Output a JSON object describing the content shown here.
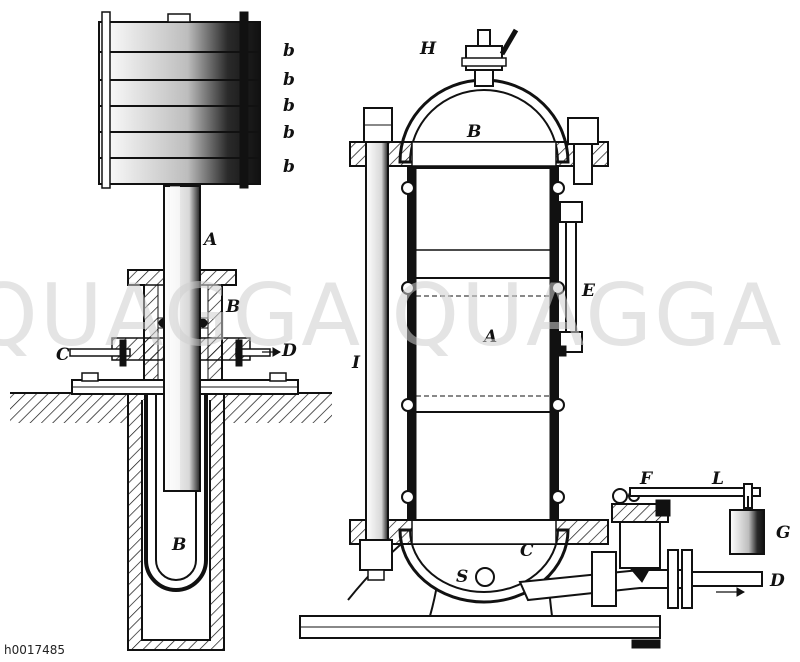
{
  "figure": {
    "code": "h0017485",
    "watermark": "QUAGGA QUAGGA QUA",
    "left_labels": {
      "b1": "b",
      "b2": "b",
      "b3": "b",
      "b4": "b",
      "b5": "b",
      "A": "A",
      "B_top": "B",
      "C": "C",
      "D": "D",
      "B_bottom": "B"
    },
    "right_labels": {
      "H": "H",
      "B": "B",
      "E": "E",
      "A": "A",
      "I": "I",
      "F": "F",
      "L": "L",
      "G": "G",
      "C": "C",
      "S": "S",
      "D": "D"
    }
  }
}
